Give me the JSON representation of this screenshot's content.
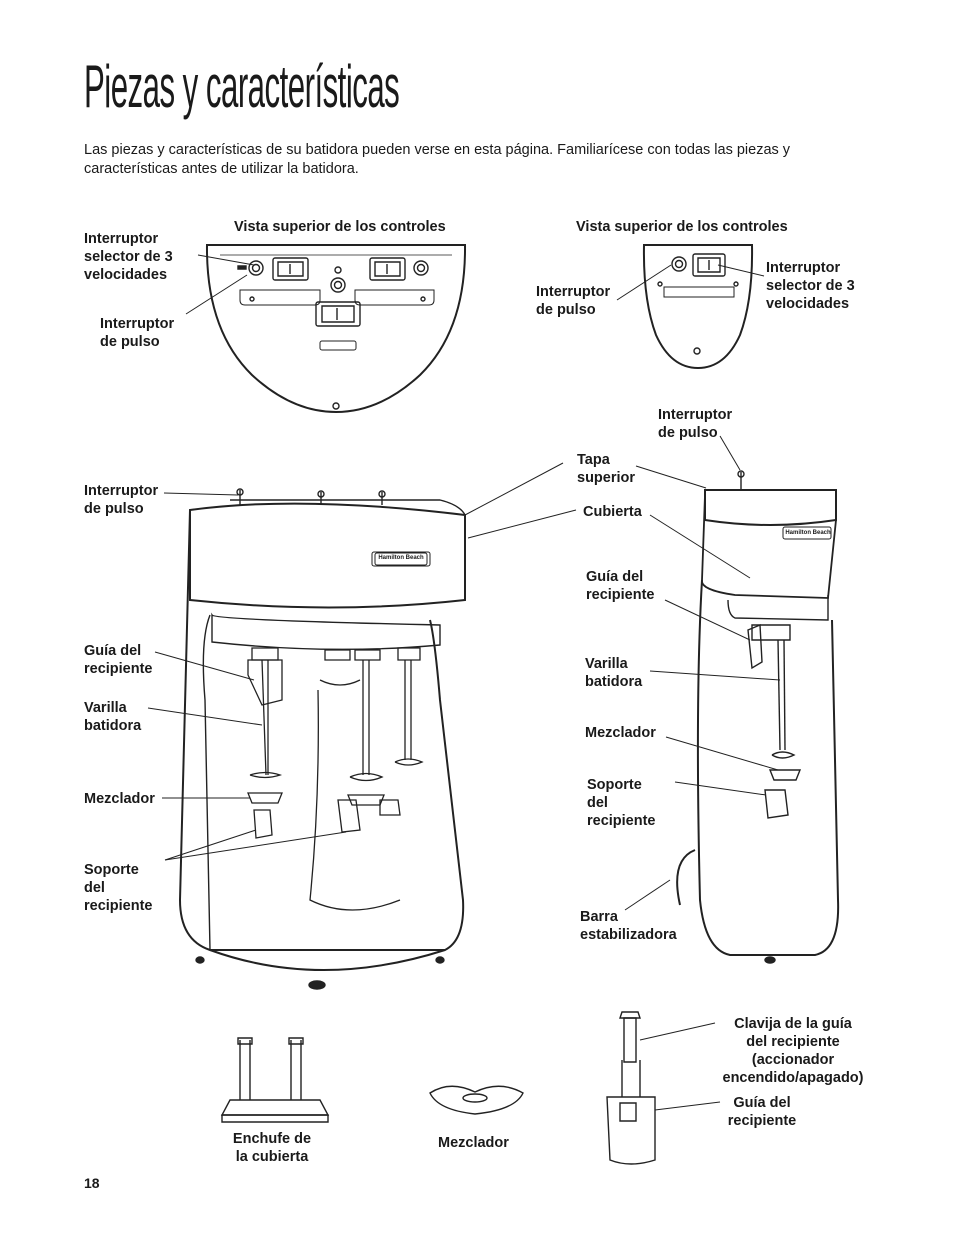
{
  "page": {
    "title": "Piezas y características",
    "intro": "Las piezas y características de su batidora pueden verse en esta página. Familiarícese con todas las piezas y características antes de utilizar la batidora.",
    "page_number": "18"
  },
  "labels": {
    "top_view_left": "Vista superior de los controles",
    "top_view_right": "Vista superior de los controles",
    "speed_switch_left": "Interruptor\nselector de 3\nvelocidades",
    "pulse_switch_top_left": "Interruptor\nde pulso",
    "pulse_switch_top_right": "Interruptor\nde pulso",
    "speed_switch_right": "Interruptor\nselector de 3\nvelocidades",
    "pulse_switch_single": "Interruptor\nde pulso",
    "top_cover": "Tapa\nsuperior",
    "housing": "Cubierta",
    "pulse_switch_triple": "Interruptor\nde pulso",
    "cup_guide_left": "Guía del\nrecipiente",
    "spindle_left": "Varilla\nbatidora",
    "agitator_left": "Mezclador",
    "cup_support_left": "Soporte\ndel\nrecipiente",
    "cup_guide_right": "Guía del\nrecipiente",
    "spindle_right": "Varilla\nbatidora",
    "agitator_right": "Mezclador",
    "cup_support_right": "Soporte\ndel\nrecipiente",
    "stabilizer_bar": "Barra\nestabilizadora",
    "cover_plug": "Enchufe de\nla cubierta",
    "agitator_part": "Mezclador",
    "cup_guide_pin": "Clavija de la guía\ndel recipiente\n(accionador\nencendido/apagado)",
    "cup_guide_part": "Guía del\nrecipiente"
  },
  "brand": "Hamilton Beach"
}
